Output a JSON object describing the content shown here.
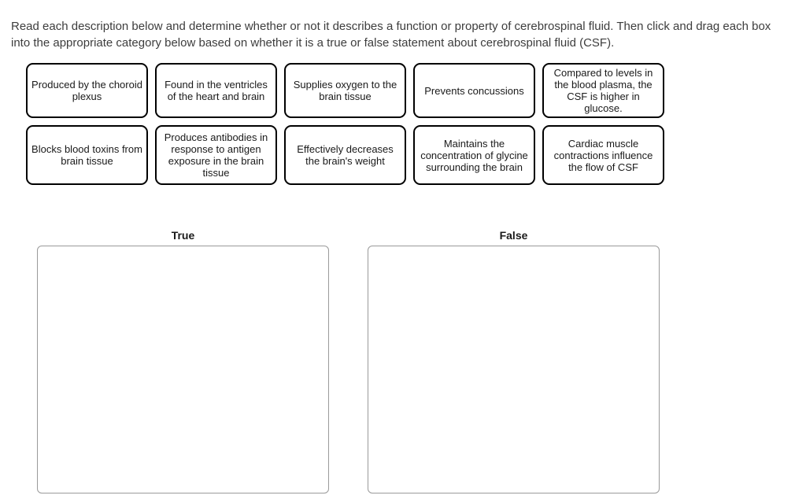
{
  "instructions": "Read each description below and determine whether or not it describes a function or property of cerebrospinal fluid. Then click and drag each box into the appropriate category below based on whether it is a true or false statement about cerebrospinal fluid (CSF).",
  "cards": {
    "row1": [
      "Produced by the choroid plexus",
      "Found in the ventricles of the heart and brain",
      "Supplies oxygen to the brain tissue",
      "Prevents concussions",
      "Compared to levels in the blood plasma, the CSF is higher in glucose."
    ],
    "row2": [
      "Blocks blood toxins from brain tissue",
      "Produces antibodies in response to antigen exposure in the brain tissue",
      "Effectively decreases the brain's weight",
      "Maintains the concentration of glycine surrounding the brain",
      "Cardiac muscle contractions influence the flow of CSF"
    ]
  },
  "categories": {
    "true_label": "True",
    "false_label": "False"
  },
  "colors": {
    "card_border": "#000000",
    "dropzone_border": "#9a9a9a",
    "text": "#3d3d3d"
  }
}
